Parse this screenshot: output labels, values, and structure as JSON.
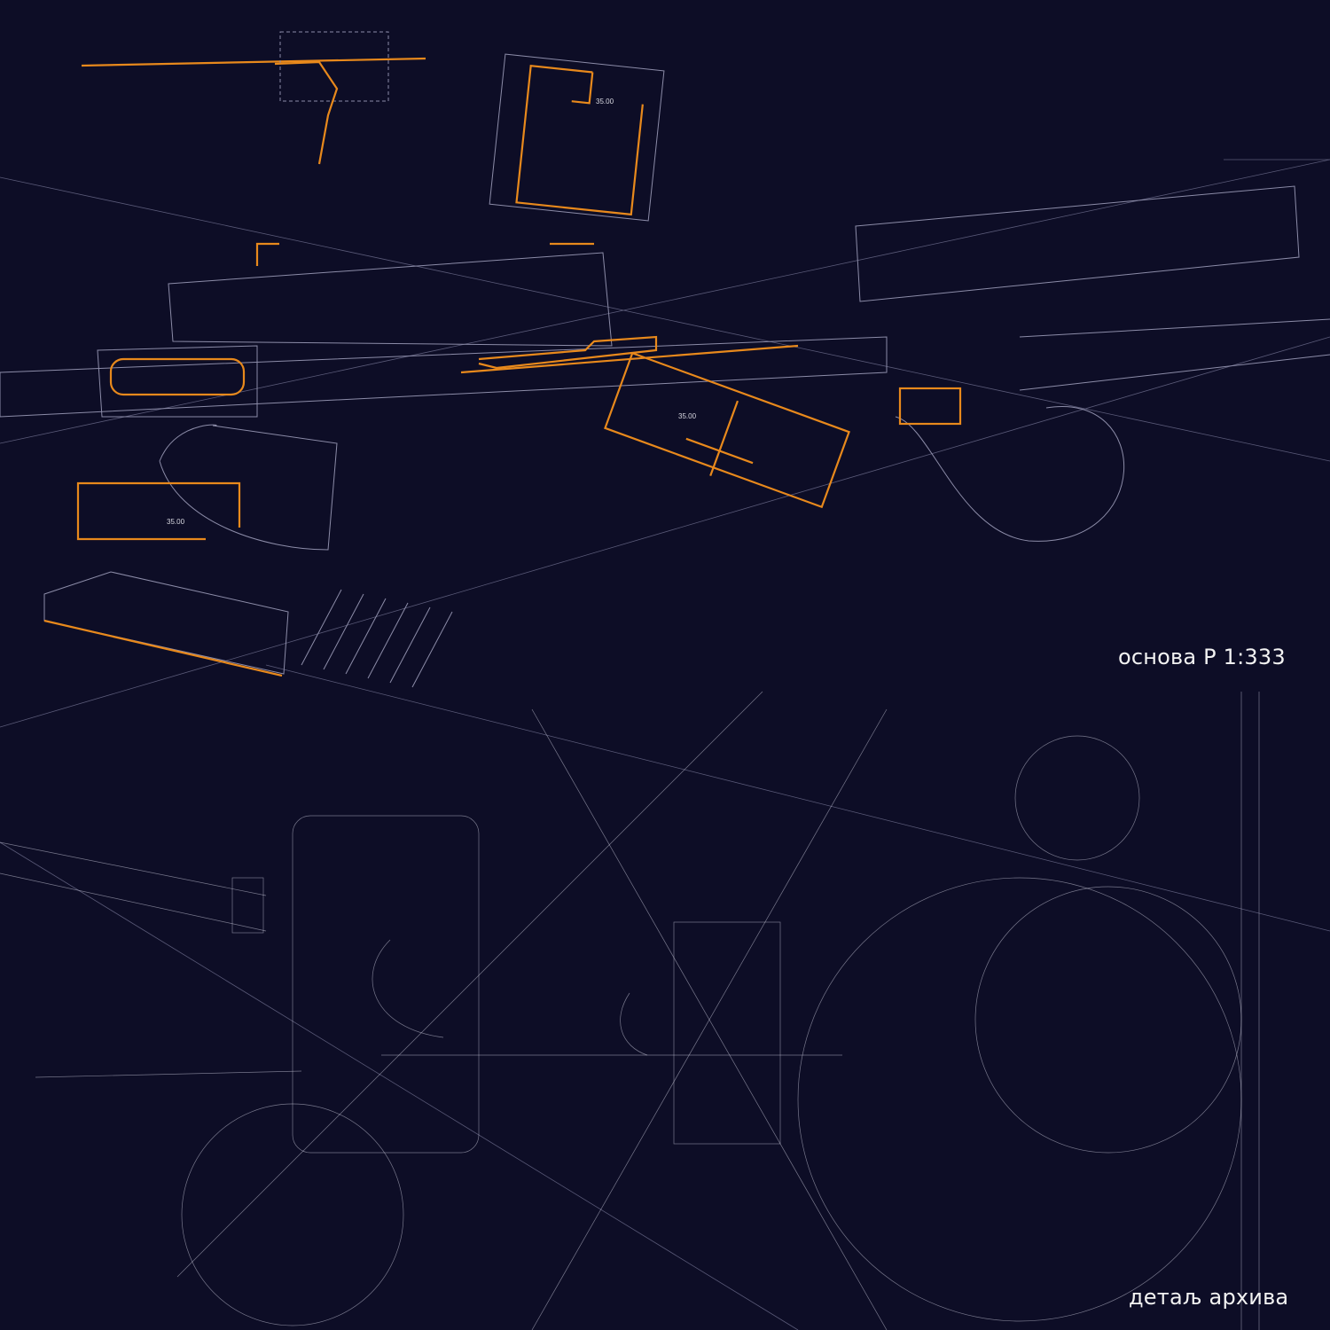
{
  "captions": {
    "plan_scale": "основа P 1:333",
    "detail": "детаљ архива"
  },
  "level_marks": [
    "35.00",
    "35.00",
    "35.00"
  ],
  "colors": {
    "background": "#0d0d26",
    "accent": "#e8891c",
    "linework": "#8c8ca8"
  }
}
